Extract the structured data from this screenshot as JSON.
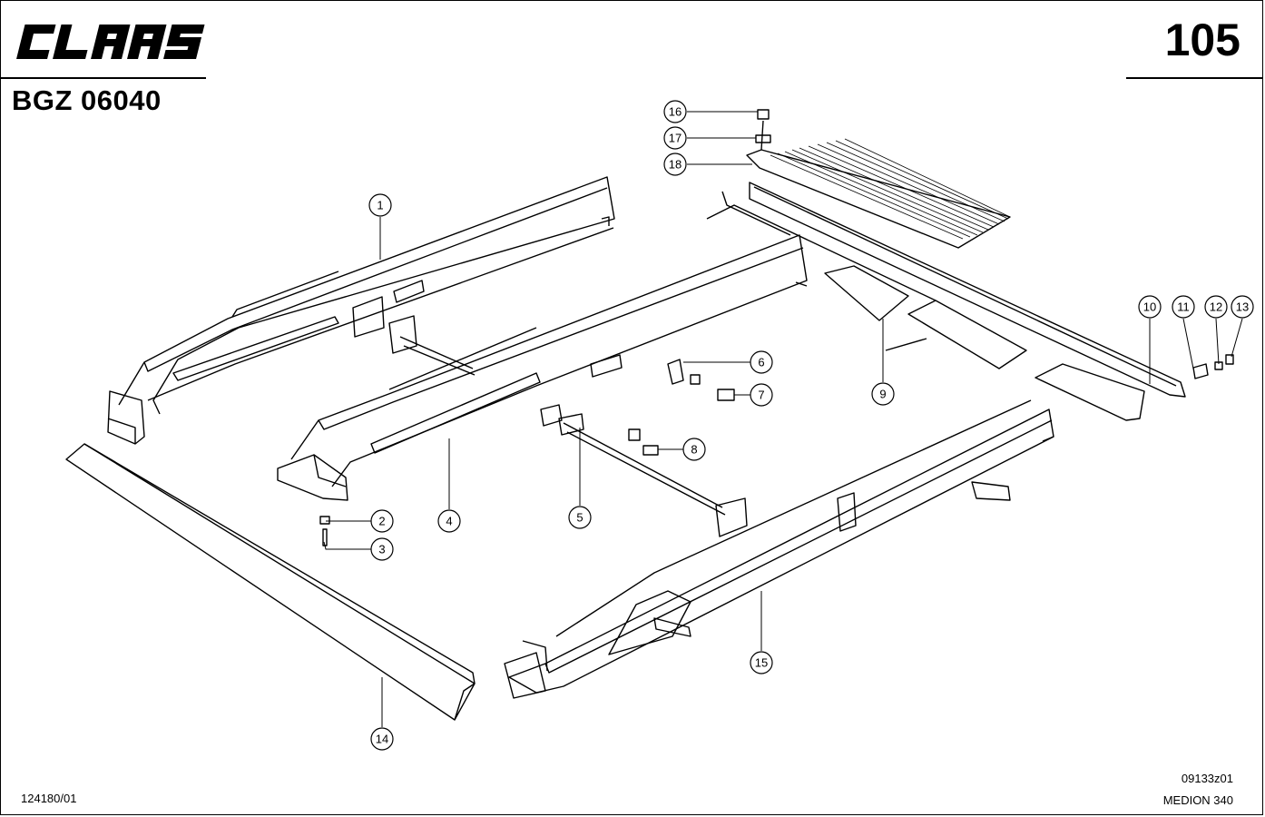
{
  "header": {
    "brand": "CLAAS",
    "group_code": "BGZ 06040",
    "page_number": "105"
  },
  "footer": {
    "document_number": "124180/01",
    "drawing_code": "09133z01",
    "model": "MEDION 340"
  },
  "callouts": [
    {
      "id": "1",
      "label": "1"
    },
    {
      "id": "2",
      "label": "2"
    },
    {
      "id": "3",
      "label": "3"
    },
    {
      "id": "4",
      "label": "4"
    },
    {
      "id": "5",
      "label": "5"
    },
    {
      "id": "6",
      "label": "6"
    },
    {
      "id": "7",
      "label": "7"
    },
    {
      "id": "8",
      "label": "8"
    },
    {
      "id": "9",
      "label": "9"
    },
    {
      "id": "10",
      "label": "10"
    },
    {
      "id": "11",
      "label": "11"
    },
    {
      "id": "12",
      "label": "12"
    },
    {
      "id": "13",
      "label": "13"
    },
    {
      "id": "14",
      "label": "14"
    },
    {
      "id": "15",
      "label": "15"
    },
    {
      "id": "16",
      "label": "16"
    },
    {
      "id": "17",
      "label": "17"
    },
    {
      "id": "18",
      "label": "18"
    }
  ]
}
